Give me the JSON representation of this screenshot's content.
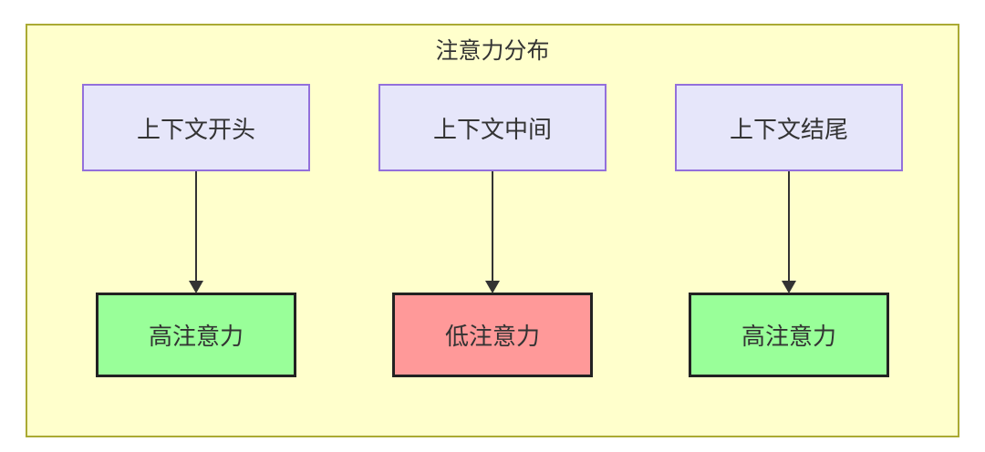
{
  "diagram": {
    "title": "注意力分布",
    "container": {
      "fill": "#ffffcc",
      "stroke": "#aaaa33"
    },
    "node_styles": {
      "context": {
        "fill": "#e6e6fa",
        "stroke": "#9370db",
        "text": "#333333"
      },
      "high": {
        "fill": "#99ff99",
        "stroke": "#222222",
        "text": "#333333"
      },
      "low": {
        "fill": "#ff9999",
        "stroke": "#222222",
        "text": "#333333"
      }
    },
    "arrow_color": "#333333",
    "columns": [
      {
        "top": "上下文开头",
        "bottom": "高注意力",
        "level": "high"
      },
      {
        "top": "上下文中间",
        "bottom": "低注意力",
        "level": "low"
      },
      {
        "top": "上下文结尾",
        "bottom": "高注意力",
        "level": "high"
      }
    ]
  }
}
